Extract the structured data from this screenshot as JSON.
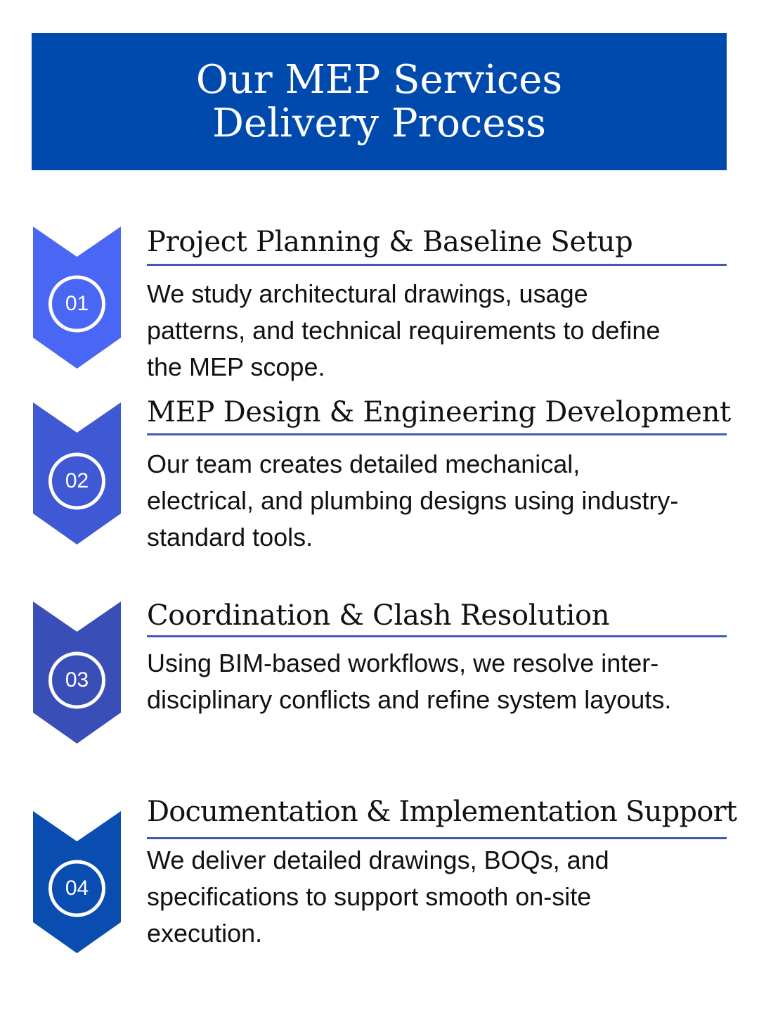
{
  "header": {
    "title_line1": "Our MEP Services",
    "title_line2": "Delivery Process",
    "background": "#004aad"
  },
  "steps": [
    {
      "number": "01",
      "title": "Project Planning & Baseline Setup",
      "desc_lines": [
        "We study architectural drawings, usage",
        "patterns, and technical requirements to define",
        "the MEP scope."
      ],
      "color": "#4a66f5"
    },
    {
      "number": "02",
      "title": "MEP Design & Engineering Development",
      "desc_lines": [
        "Our team creates detailed mechanical,",
        "electrical, and plumbing designs using industry-",
        "standard tools."
      ],
      "color": "#3f58d4"
    },
    {
      "number": "03",
      "title": "Coordination & Clash Resolution",
      "desc_lines": [
        "Using BIM-based workflows, we resolve inter-",
        "disciplinary conflicts and refine system layouts."
      ],
      "color": "#3a4eb8"
    },
    {
      "number": "04",
      "title": "Documentation & Implementation Support",
      "desc_lines": [
        "We deliver detailed drawings, BOQs, and",
        "specifications to support smooth on-site",
        "execution."
      ],
      "color": "#0a4db0"
    }
  ]
}
